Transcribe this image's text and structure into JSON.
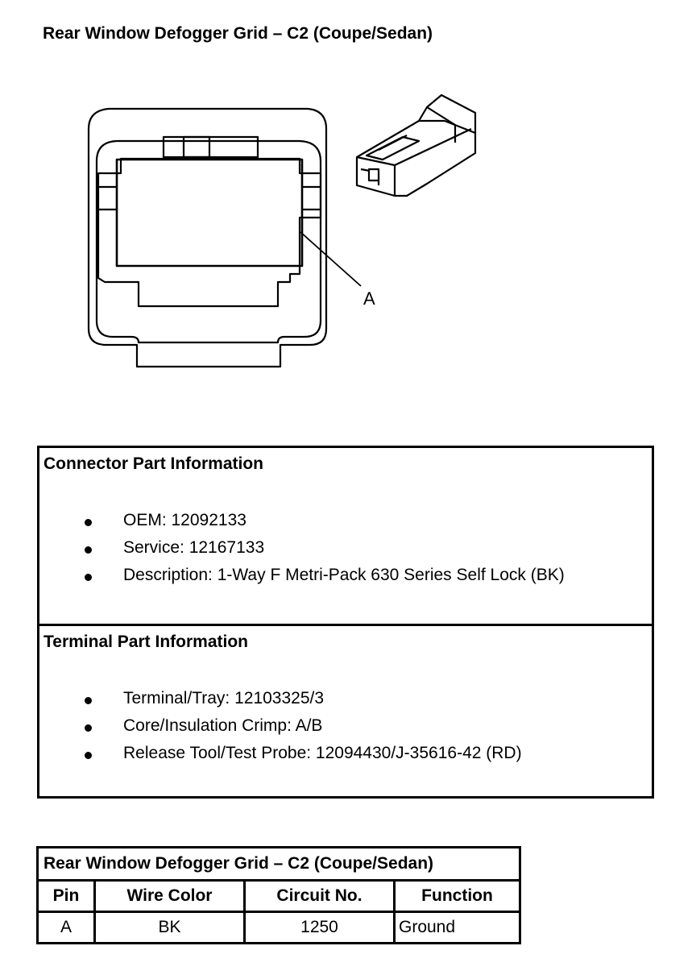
{
  "page": {
    "title": "Rear Window Defogger Grid – C2 (Coupe/Sedan)"
  },
  "diagram": {
    "callout_label": "A"
  },
  "connector_info": {
    "heading": "Connector Part Information",
    "items": [
      "OEM: 12092133",
      "Service: 12167133",
      "Description: 1-Way F Metri-Pack 630 Series Self Lock (BK)"
    ]
  },
  "terminal_info": {
    "heading": "Terminal Part Information",
    "items": [
      "Terminal/Tray: 12103325/3",
      "Core/Insulation Crimp: A/B",
      "Release Tool/Test Probe: 12094430/J-35616-42 (RD)"
    ]
  },
  "pin_table": {
    "title": "Rear Window Defogger Grid – C2 (Coupe/Sedan)",
    "columns": [
      "Pin",
      "Wire Color",
      "Circuit No.",
      "Function"
    ],
    "rows": [
      [
        "A",
        "BK",
        "1250",
        "Ground"
      ]
    ]
  }
}
